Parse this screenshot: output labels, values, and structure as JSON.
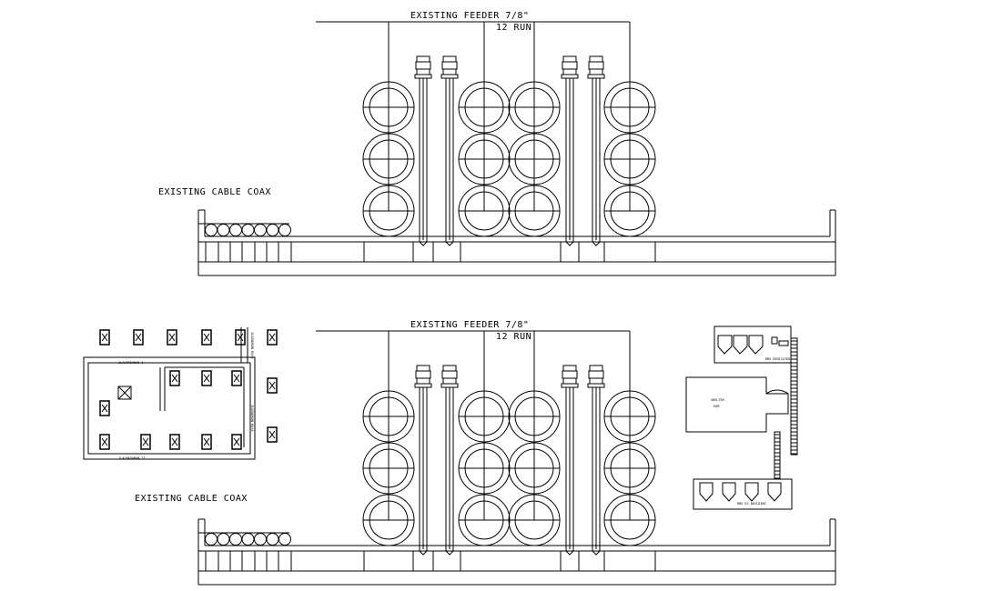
{
  "title": "",
  "sections": [
    {
      "feeder_label": "EXISTING FEEDER 7/8\"",
      "run_label": "12 RUN",
      "coax_label": "EXISTING CABLE COAX"
    },
    {
      "feeder_label": "EXISTING FEEDER 7/8\"",
      "run_label": "12 RUN",
      "coax_label": "EXISTING CABLE COAX"
    }
  ],
  "site_plan": {
    "road_top": "JLALMADANAN I",
    "road_bottom": "JLALMADANAN II",
    "road_right": "JLGENDRUN RAYA",
    "road_right_2": "JLGENDRUN RAYA"
  },
  "shelter": {
    "title": "SHELTER",
    "subtitle": "EQM",
    "top_note": "RBS DEDICATED",
    "bottom_note": "RBS EX BUILDING"
  },
  "colors": {
    "line": "#000000",
    "background": "#ffffff"
  }
}
